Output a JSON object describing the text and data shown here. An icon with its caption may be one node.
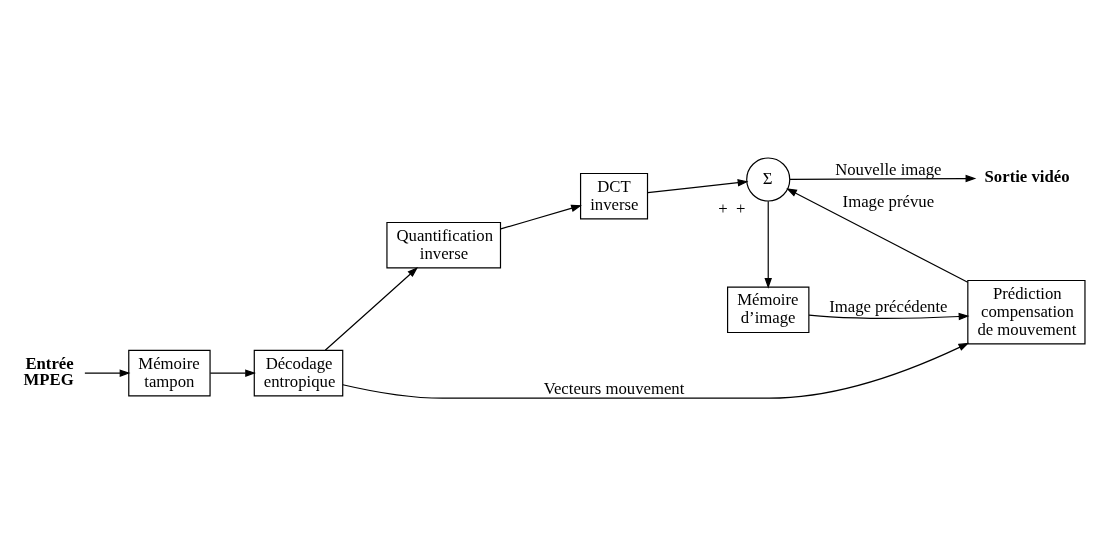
{
  "diagram": {
    "nodes": [
      {
        "text": [
          "Entrée MPEG"
        ]
      },
      {
        "text": [
          "Mémoire tampon"
        ]
      },
      {
        "text": [
          "Décodage entropique"
        ]
      },
      {
        "text": [
          "Quantification inverse"
        ]
      },
      {
        "text": [
          "DCT inverse"
        ]
      },
      {
        "text": [
          "Σ"
        ],
        "beside": [
          "+",
          "+"
        ]
      },
      {
        "text": [
          "Sortie vidéo"
        ]
      },
      {
        "text": [
          "Mémoire d’image"
        ]
      },
      {
        "text": [
          "Prédiction compensation de mouvement"
        ]
      }
    ],
    "edges": [
      {
        "from": 0,
        "to": 1,
        "arrow": "to"
      },
      {
        "from": 1,
        "to": 2,
        "arrow": "to"
      },
      {
        "from": 2,
        "to": 3,
        "arrow": "to"
      },
      {
        "from": 3,
        "to": 4,
        "arrow": "to"
      },
      {
        "from": 4,
        "to": 5,
        "arrow": "to"
      },
      {
        "from": 5,
        "to": 6,
        "arrow": "to",
        "label": "Nouvelle image"
      },
      {
        "from": 5,
        "to": 7,
        "arrow": "to"
      },
      {
        "from": 7,
        "to": 8,
        "arrow": "to",
        "label": "Image précédente"
      },
      {
        "from": 2,
        "to": 8,
        "arrow": "to",
        "label": "Vecteurs mouvement"
      },
      {
        "from": 8,
        "to": 5,
        "arrow": "to",
        "label": "Image prévue"
      }
    ]
  }
}
